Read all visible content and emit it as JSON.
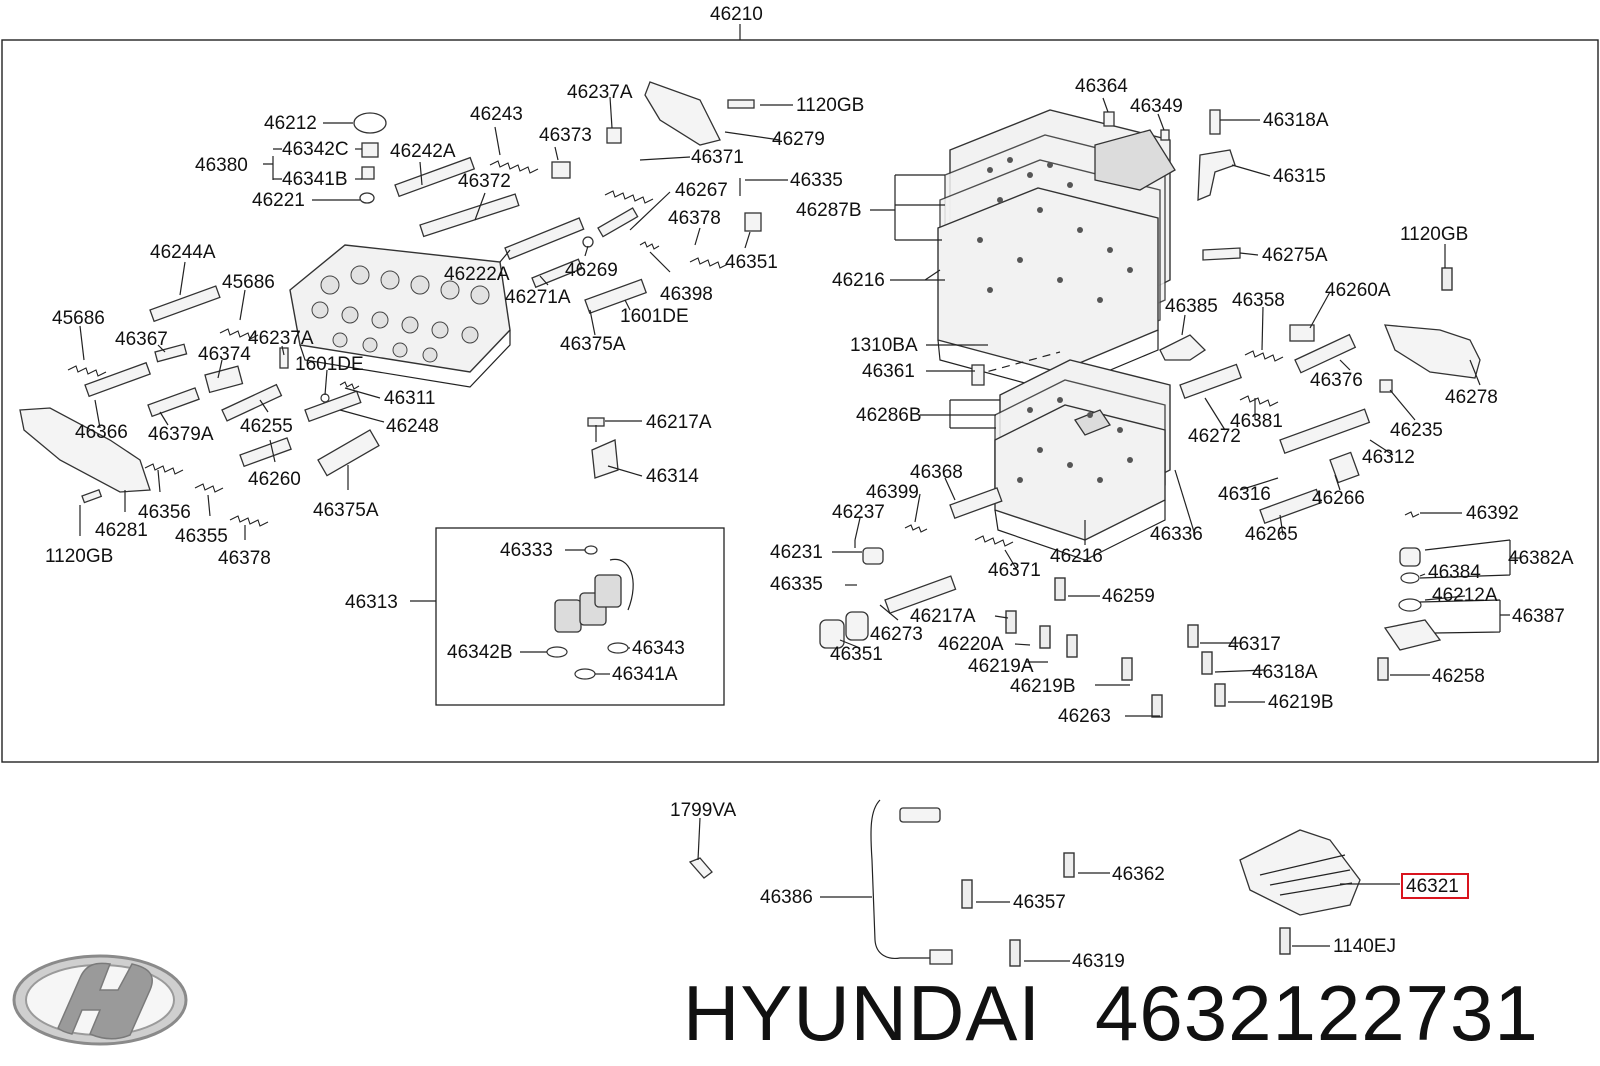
{
  "diagram": {
    "top_label": "46210",
    "labels": [
      {
        "id": "l1",
        "text": "46212"
      },
      {
        "id": "l2",
        "text": "46342C"
      },
      {
        "id": "l3",
        "text": "46380"
      },
      {
        "id": "l4",
        "text": "46341B"
      },
      {
        "id": "l5",
        "text": "46221"
      },
      {
        "id": "l6",
        "text": "46243"
      },
      {
        "id": "l7",
        "text": "46242A"
      },
      {
        "id": "l8",
        "text": "46372"
      },
      {
        "id": "l9",
        "text": "46237A"
      },
      {
        "id": "l10",
        "text": "46373"
      },
      {
        "id": "l11",
        "text": "46371"
      },
      {
        "id": "l12",
        "text": "46267"
      },
      {
        "id": "l13",
        "text": "1120GB"
      },
      {
        "id": "l14",
        "text": "46279"
      },
      {
        "id": "l15",
        "text": "46335"
      },
      {
        "id": "l16",
        "text": "46378"
      },
      {
        "id": "l17",
        "text": "46351"
      },
      {
        "id": "l18",
        "text": "46222A"
      },
      {
        "id": "l19",
        "text": "46269"
      },
      {
        "id": "l20",
        "text": "46271A"
      },
      {
        "id": "l21",
        "text": "46398"
      },
      {
        "id": "l22",
        "text": "1601DE"
      },
      {
        "id": "l23",
        "text": "46375A"
      },
      {
        "id": "l24",
        "text": "46244A"
      },
      {
        "id": "l25",
        "text": "45686"
      },
      {
        "id": "l26",
        "text": "45686"
      },
      {
        "id": "l27",
        "text": "46367"
      },
      {
        "id": "l28",
        "text": "46237A"
      },
      {
        "id": "l29",
        "text": "46374"
      },
      {
        "id": "l30",
        "text": "1601DE"
      },
      {
        "id": "l31",
        "text": "46311"
      },
      {
        "id": "l32",
        "text": "46366"
      },
      {
        "id": "l33",
        "text": "46379A"
      },
      {
        "id": "l34",
        "text": "46255"
      },
      {
        "id": "l35",
        "text": "46248"
      },
      {
        "id": "l36",
        "text": "46260"
      },
      {
        "id": "l37",
        "text": "46375A"
      },
      {
        "id": "l38",
        "text": "46356"
      },
      {
        "id": "l39",
        "text": "46281"
      },
      {
        "id": "l40",
        "text": "46355"
      },
      {
        "id": "l41",
        "text": "46378"
      },
      {
        "id": "l42",
        "text": "1120GB"
      },
      {
        "id": "l43",
        "text": "46217A"
      },
      {
        "id": "l44",
        "text": "46314"
      },
      {
        "id": "l45",
        "text": "46333"
      },
      {
        "id": "l46",
        "text": "46313"
      },
      {
        "id": "l47",
        "text": "46342B"
      },
      {
        "id": "l48",
        "text": "46343"
      },
      {
        "id": "l49",
        "text": "46341A"
      },
      {
        "id": "l50",
        "text": "46364"
      },
      {
        "id": "l51",
        "text": "46349"
      },
      {
        "id": "l52",
        "text": "46318A"
      },
      {
        "id": "l53",
        "text": "46315"
      },
      {
        "id": "l54",
        "text": "46287B"
      },
      {
        "id": "l55",
        "text": "1120GB"
      },
      {
        "id": "l56",
        "text": "46275A"
      },
      {
        "id": "l57",
        "text": "46216"
      },
      {
        "id": "l58",
        "text": "46260A"
      },
      {
        "id": "l59",
        "text": "46385"
      },
      {
        "id": "l60",
        "text": "46358"
      },
      {
        "id": "l61",
        "text": "1310BA"
      },
      {
        "id": "l62",
        "text": "46361"
      },
      {
        "id": "l63",
        "text": "46376"
      },
      {
        "id": "l64",
        "text": "46278"
      },
      {
        "id": "l65",
        "text": "46286B"
      },
      {
        "id": "l66",
        "text": "46381"
      },
      {
        "id": "l67",
        "text": "46235"
      },
      {
        "id": "l68",
        "text": "46272"
      },
      {
        "id": "l69",
        "text": "46312"
      },
      {
        "id": "l70",
        "text": "46368"
      },
      {
        "id": "l71",
        "text": "46399"
      },
      {
        "id": "l72",
        "text": "46237"
      },
      {
        "id": "l73",
        "text": "46316"
      },
      {
        "id": "l74",
        "text": "46266"
      },
      {
        "id": "l75",
        "text": "46392"
      },
      {
        "id": "l76",
        "text": "46231"
      },
      {
        "id": "l77",
        "text": "46336"
      },
      {
        "id": "l78",
        "text": "46216"
      },
      {
        "id": "l79",
        "text": "46265"
      },
      {
        "id": "l80",
        "text": "46382A"
      },
      {
        "id": "l81",
        "text": "46384"
      },
      {
        "id": "l82",
        "text": "46371"
      },
      {
        "id": "l83",
        "text": "46335"
      },
      {
        "id": "l84",
        "text": "46259"
      },
      {
        "id": "l85",
        "text": "46212A"
      },
      {
        "id": "l86",
        "text": "46387"
      },
      {
        "id": "l87",
        "text": "46217A"
      },
      {
        "id": "l88",
        "text": "46273"
      },
      {
        "id": "l89",
        "text": "46351"
      },
      {
        "id": "l90",
        "text": "46220A"
      },
      {
        "id": "l91",
        "text": "46317"
      },
      {
        "id": "l92",
        "text": "46219A"
      },
      {
        "id": "l93",
        "text": "46318A"
      },
      {
        "id": "l94",
        "text": "46258"
      },
      {
        "id": "l95",
        "text": "46219B"
      },
      {
        "id": "l96",
        "text": "46219B"
      },
      {
        "id": "l97",
        "text": "46263"
      },
      {
        "id": "l98",
        "text": "1799VA"
      },
      {
        "id": "l99",
        "text": "46386"
      },
      {
        "id": "l100",
        "text": "46362"
      },
      {
        "id": "l101",
        "text": "46357"
      },
      {
        "id": "l102",
        "text": "46319"
      },
      {
        "id": "l103",
        "text": "1140EJ"
      }
    ],
    "highlighted_label": "46321",
    "highlight_color": "#d9141e"
  },
  "brand": {
    "name": "HYUNDAI",
    "part_number": "4632122731"
  }
}
